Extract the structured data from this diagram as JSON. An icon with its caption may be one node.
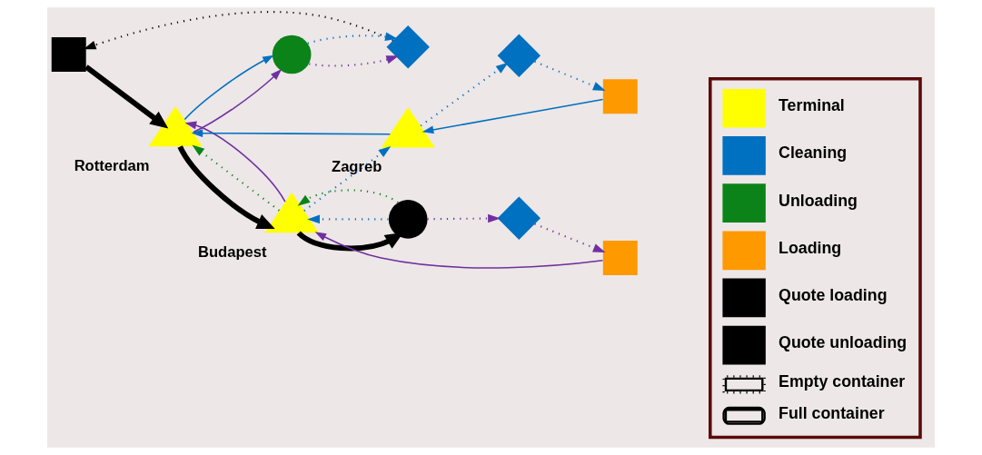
{
  "diagram": {
    "nodes": [
      {
        "text": [],
        "shape": "box"
      },
      {
        "text": [],
        "shape": "diamond"
      },
      {
        "text": [],
        "shape": "triangle",
        "beside": [
          "Rotterdam"
        ]
      },
      {
        "text": [],
        "shape": "circle"
      },
      {
        "text": [],
        "shape": "circle"
      },
      {
        "text": [],
        "shape": "triangle",
        "beside": [
          "Budapest"
        ]
      },
      {
        "text": [],
        "shape": "diamond"
      },
      {
        "text": [],
        "shape": "box"
      },
      {
        "text": [],
        "shape": "triangle",
        "beside": [
          "Zagreb"
        ]
      },
      {
        "text": [],
        "shape": "box"
      },
      {
        "text": [],
        "shape": "diamond"
      }
    ],
    "edges": [
      {
        "from": 1,
        "to": 0,
        "arrow": "to",
        "style": "dashed",
        "color": "#000000"
      },
      {
        "from": 0,
        "to": 2,
        "arrow": "to",
        "style": "thick",
        "color": "#000000"
      },
      {
        "from": 2,
        "to": 5,
        "arrow": "to",
        "style": "thick",
        "color": "#000000"
      },
      {
        "from": 5,
        "to": 4,
        "arrow": "to",
        "style": "thick",
        "color": "#000000"
      },
      {
        "from": 4,
        "to": 5,
        "arrow": "to",
        "style": "dashed"
      },
      {
        "from": 4,
        "to": 5,
        "arrow": "to",
        "style": "dashed",
        "color": "#0b8318"
      },
      {
        "from": 5,
        "to": 2,
        "arrow": "to",
        "style": "dashed",
        "color": "#0b8318"
      },
      {
        "from": 4,
        "to": 6,
        "arrow": "to",
        "style": "dashed",
        "color": "#7030a0"
      },
      {
        "from": 6,
        "to": 7,
        "arrow": "to",
        "style": "dashed",
        "color": "#7030a0"
      },
      {
        "from": 7,
        "to": 5,
        "arrow": "to",
        "color": "#7030a0"
      },
      {
        "from": 5,
        "to": 2,
        "arrow": "to",
        "color": "#7030a0"
      },
      {
        "from": 2,
        "to": 3,
        "arrow": "to",
        "color": "#7030a0"
      },
      {
        "from": 3,
        "to": 1,
        "arrow": "to",
        "style": "dashed",
        "color": "#7030a0"
      },
      {
        "from": 3,
        "to": 1,
        "arrow": "to",
        "style": "dashed"
      },
      {
        "from": 2,
        "to": 3,
        "arrow": "to"
      },
      {
        "from": 5,
        "to": 8,
        "arrow": "to",
        "style": "dashed"
      },
      {
        "from": 8,
        "to": 2,
        "arrow": "to"
      },
      {
        "from": 8,
        "to": 10,
        "arrow": "to",
        "style": "dashed"
      },
      {
        "from": 10,
        "to": 9,
        "arrow": "to",
        "style": "dashed"
      },
      {
        "from": 9,
        "to": 8,
        "arrow": "to"
      }
    ],
    "legend": [
      {
        "text": "Terminal"
      },
      {
        "text": "Cleaning"
      },
      {
        "text": "Unloading"
      },
      {
        "text": "Loading"
      },
      {
        "text": "Quote loading"
      },
      {
        "text": "Quote unloading"
      },
      {
        "text": "Empty container"
      },
      {
        "text": "Full container"
      }
    ]
  }
}
